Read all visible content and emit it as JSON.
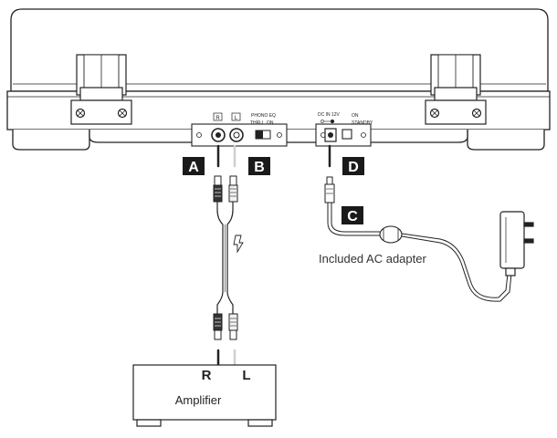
{
  "markers": {
    "a": "A",
    "b": "B",
    "c": "C",
    "d": "D"
  },
  "rear_panel": {
    "jack_r_label": "R",
    "jack_l_label": "L",
    "phono_eq_label": "PHONO EQ",
    "thru_label": "THRU",
    "on_label": "ON",
    "dc_in_label": "DC IN 12V",
    "power_on_label": "ON",
    "standby_label": "STANDBY"
  },
  "adapter": {
    "label": "Included AC adapter"
  },
  "amplifier": {
    "label": "Amplifier",
    "input_r_label": "R",
    "input_l_label": "L"
  },
  "colors": {
    "line": "#222222",
    "badge": "#1a1a1a",
    "cable_red_plug": "#333333",
    "cable_white_plug": "#f2f2f2"
  }
}
